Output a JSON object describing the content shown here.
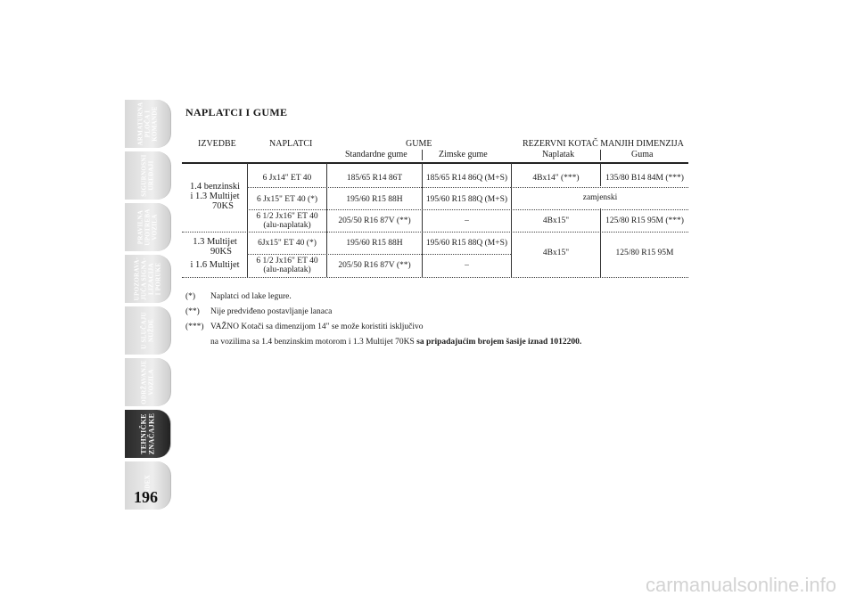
{
  "sidebar": {
    "tabs": [
      {
        "label": "ARMATURNA\nPLOČA I\nKOMANDE",
        "active": false
      },
      {
        "label": "SIGURNOSNI\nUREĐAJI",
        "active": false
      },
      {
        "label": "PRAVILNA\nUPOTREBA\nVOZILA",
        "active": false
      },
      {
        "label": "UPOZORAVA-\nJUĆA SIGNA-\nLIZACIJA\nI PORUKE",
        "active": false
      },
      {
        "label": "U SLUČAJU\nNUŽDE",
        "active": false
      },
      {
        "label": "ODRŽAVANJE\nVOZILA",
        "active": false
      },
      {
        "label": "TEHNIČKE\nZNAČAJKE",
        "active": true
      },
      {
        "label": "INDEX",
        "active": false
      }
    ]
  },
  "page_number": "196",
  "section_title": "NAPLATCI I GUME",
  "table": {
    "headers": {
      "izvedbe": "IZVEDBE",
      "naplatci": "NAPLATCI",
      "gume": "GUME",
      "standardne": "Standardne gume",
      "zimske": "Zimske gume",
      "rezervni": "REZERVNI KOTAČ MANJIH DIMENZIJA",
      "naplatak": "Naplatak",
      "guma": "Guma"
    },
    "group1": {
      "line1": "1.4 benzinski",
      "line2": "i 1.3 Multijet",
      "line3": "70KS"
    },
    "group2": {
      "line1": "1.3 Multijet",
      "line2": "90KS",
      "line3": "i  1.6 Multijet"
    },
    "rows": [
      {
        "naplatci": "6 Jx14\" ET 40",
        "naplatci2": "",
        "standard": "185/65 R14 86T",
        "zimske": "185/65 R14 86Q (M+S)"
      },
      {
        "naplatci": "6 Jx15\" ET 40 (*)",
        "naplatci2": "",
        "standard": "195/60 R15 88H",
        "zimske": "195/60 R15 88Q (M+S)"
      },
      {
        "naplatci": "6 1/2 Jx16\" ET 40",
        "naplatci2": "(alu-naplatak)",
        "standard": "205/50 R16 87V (**)",
        "zimske": "–"
      },
      {
        "naplatci": "6Jx15\" ET 40 (*)",
        "naplatci2": "",
        "standard": "195/60 R15 88H",
        "zimske": "195/60 R15 88Q (M+S)"
      },
      {
        "naplatci": "6 1/2 Jx16\" ET 40",
        "naplatci2": "(alu-naplatak)",
        "standard": "205/50 R16 87V (**)",
        "zimske": "–"
      }
    ],
    "spare": {
      "r1_naplatak": "4Bx14\" (***)",
      "r1_guma": "135/80 B14 84M (***)",
      "r2_zamjenski": "zamjenski",
      "r3_naplatak": "4Bx15\"",
      "r3_guma": "125/80 R15 95M (***)",
      "r45_naplatak": "4Bx15\"",
      "r45_guma": "125/80 R15 95M"
    }
  },
  "notes": [
    {
      "mark": "(*)",
      "text": "Naplatci od lake legure."
    },
    {
      "mark": "(**)",
      "text": "Nije predviđeno postavljanje lanaca"
    },
    {
      "mark": "(***)",
      "text": "VAŽNO Kotači sa dimenzijom 14\" se može koristiti isključivo"
    }
  ],
  "note_continuation": {
    "text": "na vozilima sa 1.4 benzinskim motorom i 1.3 Multijet 70KS ",
    "bold": "sa pripadajućim brojem šasije iznad 1012200."
  },
  "watermark": "carmanualsonline.info"
}
